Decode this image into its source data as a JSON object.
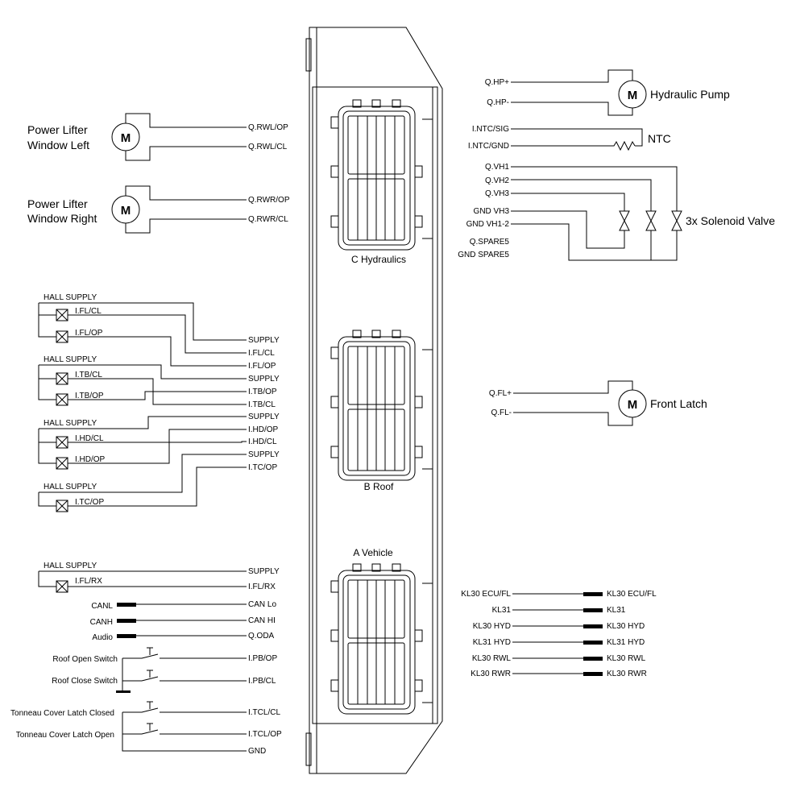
{
  "ecu": {
    "connectors": {
      "c": "C  Hydraulics",
      "b": "B  Roof",
      "a": "A  Vehicle"
    }
  },
  "left": {
    "motor_symbol": "M",
    "rwl": {
      "label_1": "Power Lifter",
      "label_2": "Window Left",
      "pin_op": "Q.RWL/OP",
      "pin_cl": "Q.RWL/CL"
    },
    "rwr": {
      "label_1": "Power Lifter",
      "label_2": "Window Right",
      "pin_op": "Q.RWR/OP",
      "pin_cl": "Q.RWR/CL"
    },
    "hall_supply": "HALL SUPPLY",
    "supply": "SUPPLY",
    "sensors": {
      "fl_cl": "I.FL/CL",
      "fl_op": "I.FL/OP",
      "tb_cl": "I.TB/CL",
      "tb_op": "I.TB/OP",
      "hd_cl": "I.HD/CL",
      "hd_op": "I.HD/OP",
      "tc_op": "I.TC/OP",
      "fl_rx": "I.FL/RX"
    },
    "can": {
      "canl": "CANL",
      "canh": "CANH",
      "audio": "Audio",
      "can_lo": "CAN Lo",
      "can_hi": "CAN HI",
      "q_oda": "Q.ODA"
    },
    "switches": {
      "roof_open": "Roof Open Switch",
      "roof_close": "Roof Close Switch",
      "pb_op": "I.PB/OP",
      "pb_cl": "I.PB/CL",
      "tc_closed": "Tonneau Cover Latch Closed",
      "tc_open": "Tonneau Cover Latch Open",
      "tcl_cl": "I.TCL/CL",
      "tcl_op": "I.TCL/OP",
      "gnd": "GND"
    }
  },
  "right": {
    "motor_symbol": "M",
    "pump": {
      "pin_p": "Q.HP+",
      "pin_m": "Q.HP-",
      "label": "Hydraulic Pump"
    },
    "ntc": {
      "pin_sig": "I.NTC/SIG",
      "pin_gnd": "I.NTC/GND",
      "label": "NTC"
    },
    "valves": {
      "vh1": "Q.VH1",
      "vh2": "Q.VH2",
      "vh3": "Q.VH3",
      "gnd_vh3": "GND VH3",
      "gnd_vh12": "GND VH1-2",
      "spare": "Q.SPARE5",
      "gnd_spare": "GND SPARE5",
      "label": "3x Solenoid Valve"
    },
    "latch": {
      "pin_p": "Q.FL+",
      "pin_m": "Q.FL-",
      "label": "Front Latch"
    },
    "power": {
      "kl30_ecu_fl": "KL30 ECU/FL",
      "kl31": "KL31",
      "kl30_hyd": "KL30 HYD",
      "kl31_hyd": "KL31 HYD",
      "kl30_rwl": "KL30 RWL",
      "kl30_rwr": "KL30 RWR"
    }
  }
}
